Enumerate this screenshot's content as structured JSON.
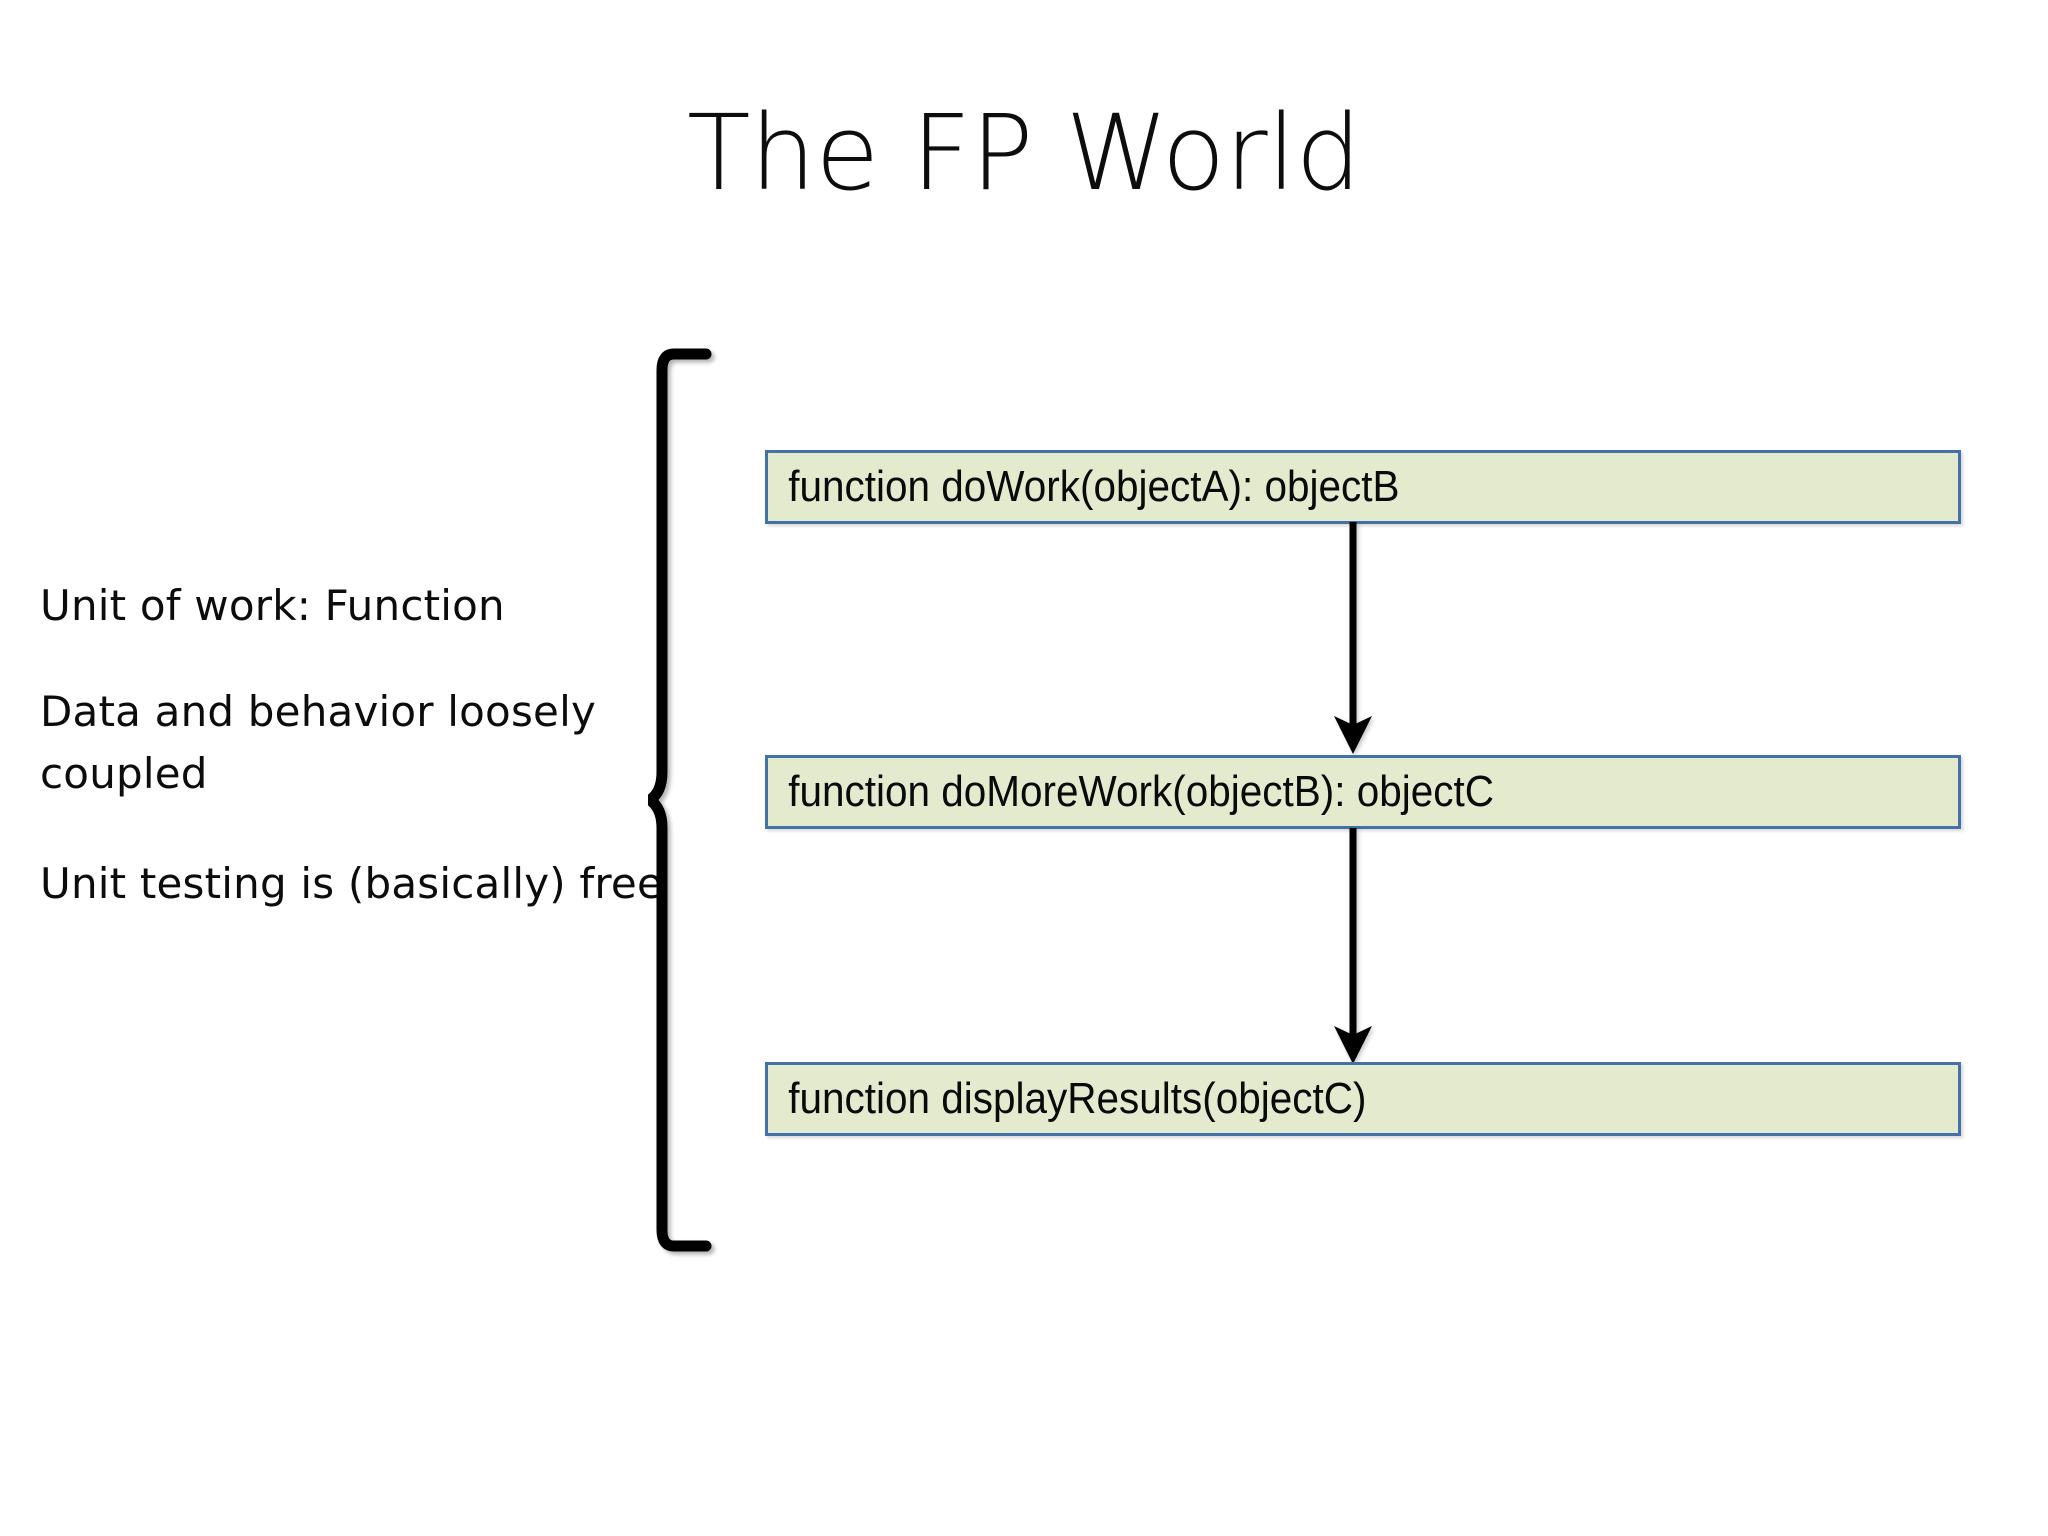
{
  "slide": {
    "title": "The FP World",
    "background_color": "#ffffff"
  },
  "notes": {
    "items": [
      {
        "text": "Unit of work: Function"
      },
      {
        "text": "Data and behavior loosely coupled"
      },
      {
        "text": "Unit testing is (basically) free"
      }
    ]
  },
  "bracket": {
    "name": "left-curly-bracket",
    "color": "#000000"
  },
  "flow": {
    "box_fill": "#e4eace",
    "box_border": "#4472a8",
    "arrow_color": "#000000",
    "boxes": [
      {
        "label": "function doWork(objectA): objectB"
      },
      {
        "label": "function doMoreWork(objectB): objectC"
      },
      {
        "label": "function displayResults(objectC)"
      }
    ],
    "arrows": [
      {
        "from": "function doWork(objectA): objectB",
        "to": "function doMoreWork(objectB): objectC"
      },
      {
        "from": "function doMoreWork(objectB): objectC",
        "to": "function displayResults(objectC)"
      }
    ]
  }
}
